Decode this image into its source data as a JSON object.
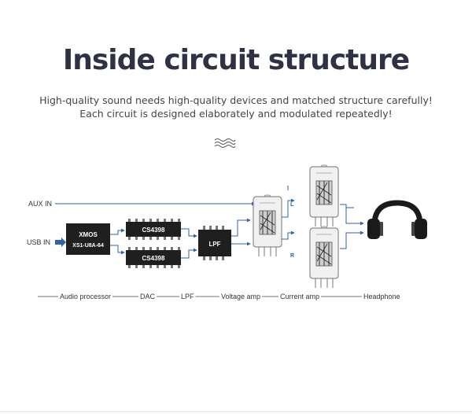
{
  "header": {
    "title": "Inside circuit structure",
    "subtitle_line1": "High-quality sound needs high-quality devices and matched structure carefully!",
    "subtitle_line2": "Each circuit is designed elaborately and modulated repeatedly!"
  },
  "inputs": {
    "aux": "AUX IN",
    "usb": "USB IN"
  },
  "chips": {
    "processor_line1": "XMOS",
    "processor_line2": "XS1-U8A-64",
    "dac_top": "CS4398",
    "dac_bottom": "CS4398",
    "lpf": "LPF"
  },
  "channels": {
    "left": "L",
    "right": "R"
  },
  "stages": [
    "Audio processor",
    "DAC",
    "LPF",
    "Voltage amp",
    "Current amp",
    "Headphone"
  ],
  "colors": {
    "accent": "#2f63a8",
    "chip": "#1f1f1f",
    "title": "#2e3244"
  }
}
